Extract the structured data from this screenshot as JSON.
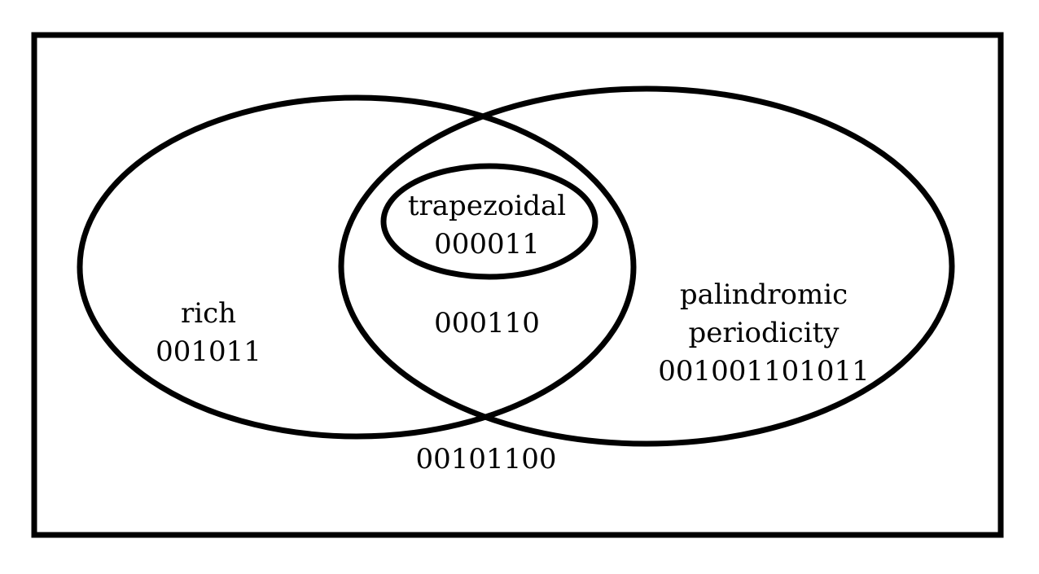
{
  "diagram": {
    "type": "venn",
    "colors": {
      "stroke": "#000000",
      "background": "#ffffff"
    },
    "sets": {
      "rich": {
        "label": "rich",
        "exclusive_value": "001011"
      },
      "palindromic_periodicity": {
        "label_line1": "palindromic",
        "label_line2": "periodicity",
        "exclusive_value": "001001101011"
      },
      "trapezoidal": {
        "label": "trapezoidal",
        "value": "000011"
      }
    },
    "intersection_value": "000110",
    "outside_value": "00101100"
  }
}
